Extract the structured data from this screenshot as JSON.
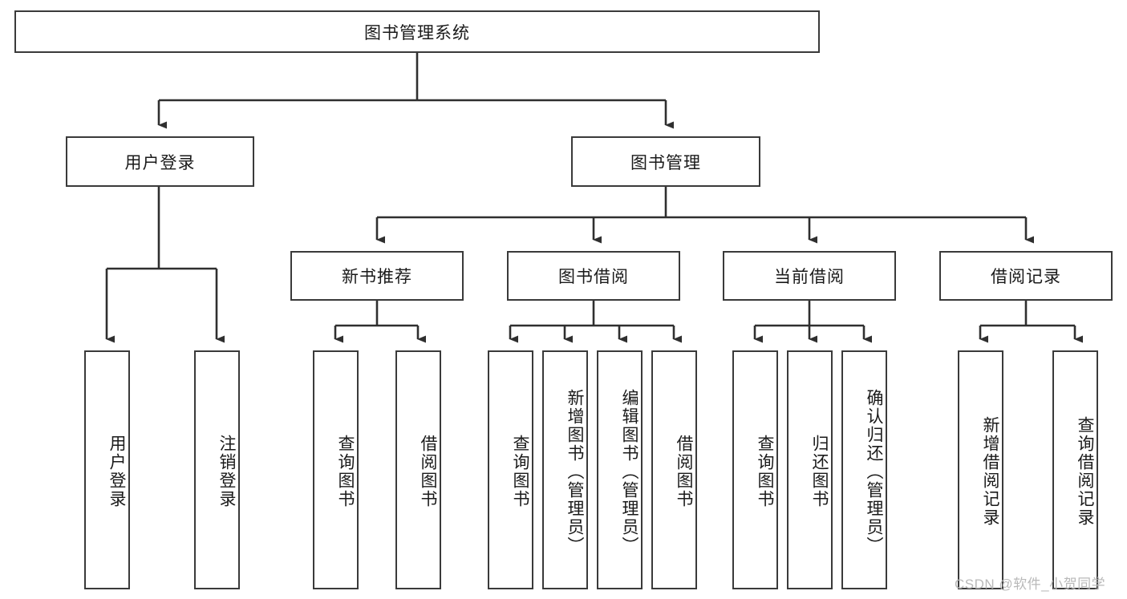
{
  "diagram": {
    "title_node": {
      "label": "图书管理系统"
    },
    "level2": [
      {
        "key": "user-login",
        "label": "用户登录"
      },
      {
        "key": "book-management",
        "label": "图书管理"
      }
    ],
    "level3": [
      {
        "key": "new-book-recommend",
        "label": "新书推荐"
      },
      {
        "key": "book-borrow",
        "label": "图书借阅"
      },
      {
        "key": "current-borrow",
        "label": "当前借阅"
      },
      {
        "key": "borrow-record",
        "label": "借阅记录"
      }
    ],
    "leaves": {
      "user_login": [
        {
          "key": "user-login-leaf",
          "label": "用户登录"
        },
        {
          "key": "logout-leaf",
          "label": "注销登录"
        }
      ],
      "new_book_recommend": [
        {
          "key": "query-book-1",
          "label": "查询图书"
        },
        {
          "key": "borrow-book-1",
          "label": "借阅图书"
        }
      ],
      "book_borrow": [
        {
          "key": "query-book-2",
          "label": "查询图书"
        },
        {
          "key": "add-book-admin",
          "label": "新增图书（管理员）"
        },
        {
          "key": "edit-book-admin",
          "label": "编辑图书（管理员）"
        },
        {
          "key": "borrow-book-2",
          "label": "借阅图书"
        }
      ],
      "current_borrow": [
        {
          "key": "query-book-3",
          "label": "查询图书"
        },
        {
          "key": "return-book",
          "label": "归还图书"
        },
        {
          "key": "confirm-return-admin",
          "label": "确认归还（管理员）"
        }
      ],
      "borrow_record": [
        {
          "key": "add-borrow-record",
          "label": "新增借阅记录"
        },
        {
          "key": "query-borrow-record",
          "label": "查询借阅记录"
        }
      ]
    }
  },
  "watermark": {
    "text": "CSDN @软件_小贺同学"
  },
  "colors": {
    "stroke": "#3a3a3a",
    "text": "#1a1a1a",
    "background": "#ffffff",
    "watermark": "#b9b9b9"
  }
}
